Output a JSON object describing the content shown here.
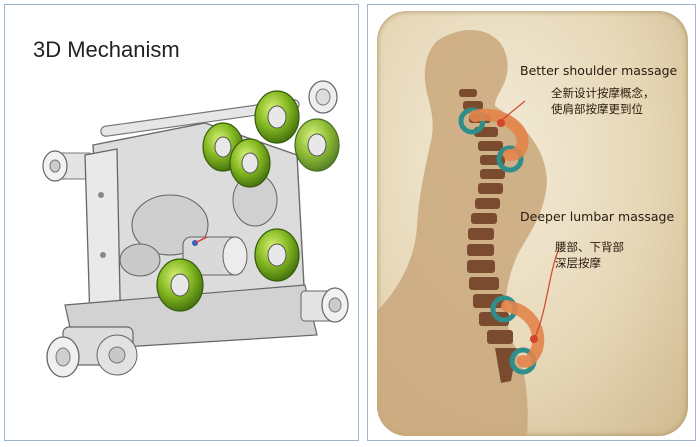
{
  "left_panel": {
    "title": "3D Mechanism"
  },
  "right_panel": {
    "shoulder": {
      "title_en": "Better shoulder massage",
      "desc_cn_line1": "全新设计按摩概念，",
      "desc_cn_line2": "使肩部按摩更到位"
    },
    "lumbar": {
      "title_en": "Deeper lumbar massage",
      "desc_cn_line1": "腰部、下背部",
      "desc_cn_line2": "深层按摩"
    }
  },
  "colors": {
    "panel_border": "#9db6cf",
    "roller_green": "#7fb321",
    "mech_gray": "#d8d8d8",
    "silhouette": "#c7a67a",
    "spine": "#8a5a3c",
    "arrow_orange": "#e3844b",
    "roller_teal": "#2f8d8a"
  }
}
